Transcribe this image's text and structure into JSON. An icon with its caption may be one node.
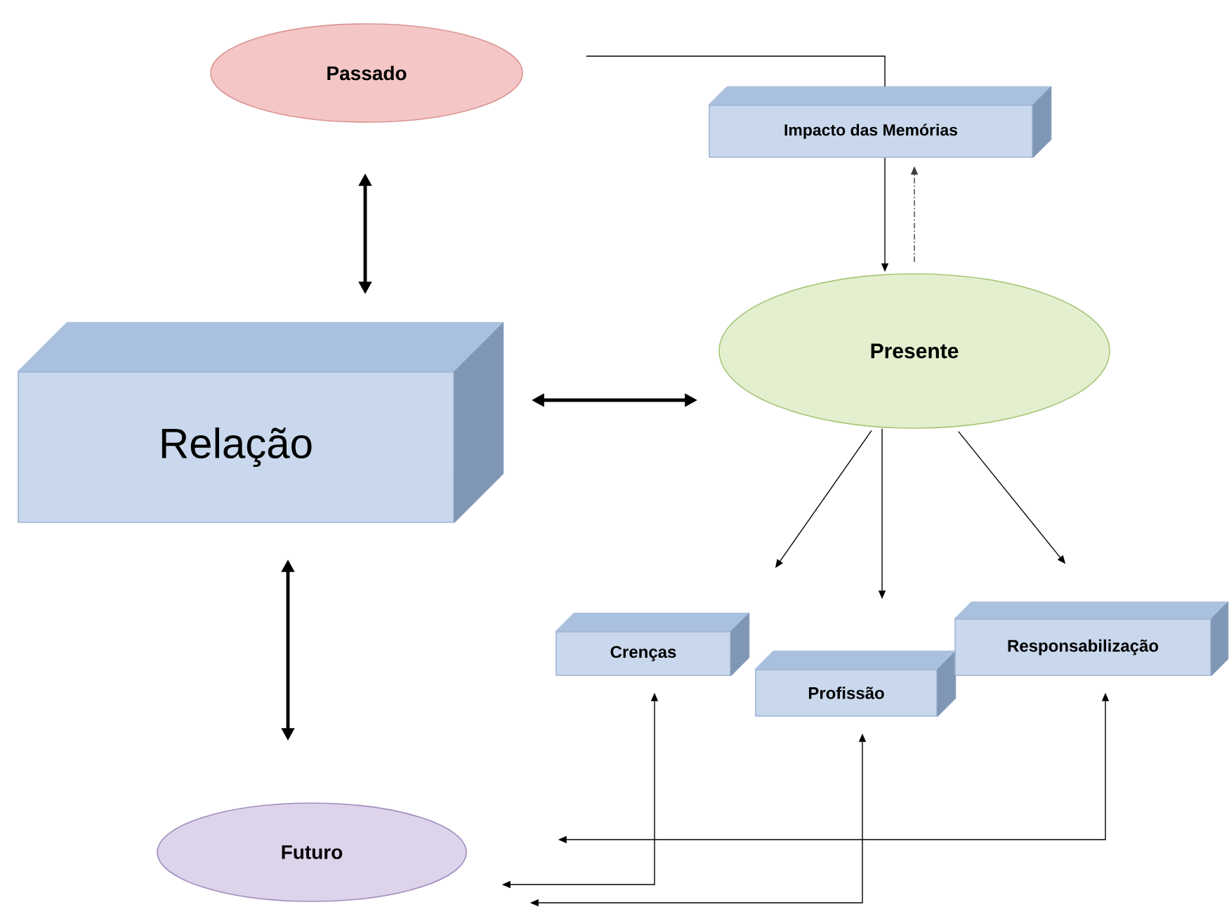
{
  "diagram": {
    "nodes": [
      {
        "text": [
          "Passado"
        ]
      },
      {
        "text": [
          "Impacto das Memórias"
        ]
      },
      {
        "text": [
          "Relação"
        ]
      },
      {
        "text": [
          "Presente"
        ]
      },
      {
        "text": [
          "Crenças"
        ]
      },
      {
        "text": [
          "Profissão"
        ]
      },
      {
        "text": [
          "Responsabilização"
        ]
      },
      {
        "text": [
          "Futuro"
        ]
      }
    ],
    "edges": [
      {
        "from": 0,
        "to": 2,
        "arrow": "both",
        "style": "thick"
      },
      {
        "from": 0,
        "to": 1,
        "arrow": "none"
      },
      {
        "from": 1,
        "to": 3,
        "arrow": "to"
      },
      {
        "from": 3,
        "to": 1,
        "arrow": "to",
        "style": "dashed"
      },
      {
        "from": 2,
        "to": 3,
        "arrow": "both",
        "style": "thick"
      },
      {
        "from": 2,
        "to": 7,
        "arrow": "both",
        "style": "thick"
      },
      {
        "from": 3,
        "to": 4,
        "arrow": "to"
      },
      {
        "from": 3,
        "to": 5,
        "arrow": "to"
      },
      {
        "from": 3,
        "to": 6,
        "arrow": "to"
      },
      {
        "from": 4,
        "to": 7,
        "arrow": "both"
      },
      {
        "from": 5,
        "to": 7,
        "arrow": "both"
      },
      {
        "from": 6,
        "to": 7,
        "arrow": "both"
      }
    ]
  }
}
